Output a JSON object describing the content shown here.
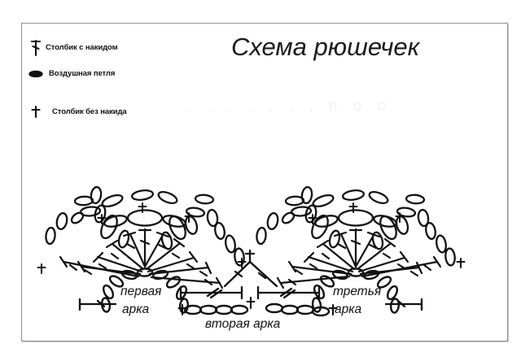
{
  "title": "Схема рюшечек",
  "legend": {
    "items": [
      {
        "symbol": "double-crochet-post",
        "label": "Столбик с накидом"
      },
      {
        "symbol": "chain-oval",
        "label": "Воздушная петля"
      },
      {
        "symbol": "single-crochet-cross",
        "label": "Столбик без накида"
      }
    ]
  },
  "arch_labels": {
    "first_line1": "первая",
    "first_line2": "арка",
    "second": "вторая  арка",
    "third_line1": "третья",
    "third_line2": "арка"
  },
  "watermark": ". . .  . .   , ,  n  o  o",
  "colors": {
    "ink": "#111111",
    "frame": "#8d8d8d",
    "background": "#ffffff",
    "watermark": "#f2f2f2"
  },
  "diagram": {
    "type": "crochet-chart",
    "fans": 2,
    "fan_posts_per_fan": 11,
    "arches": 3,
    "base_chain_ovals_per_arch": 7
  }
}
